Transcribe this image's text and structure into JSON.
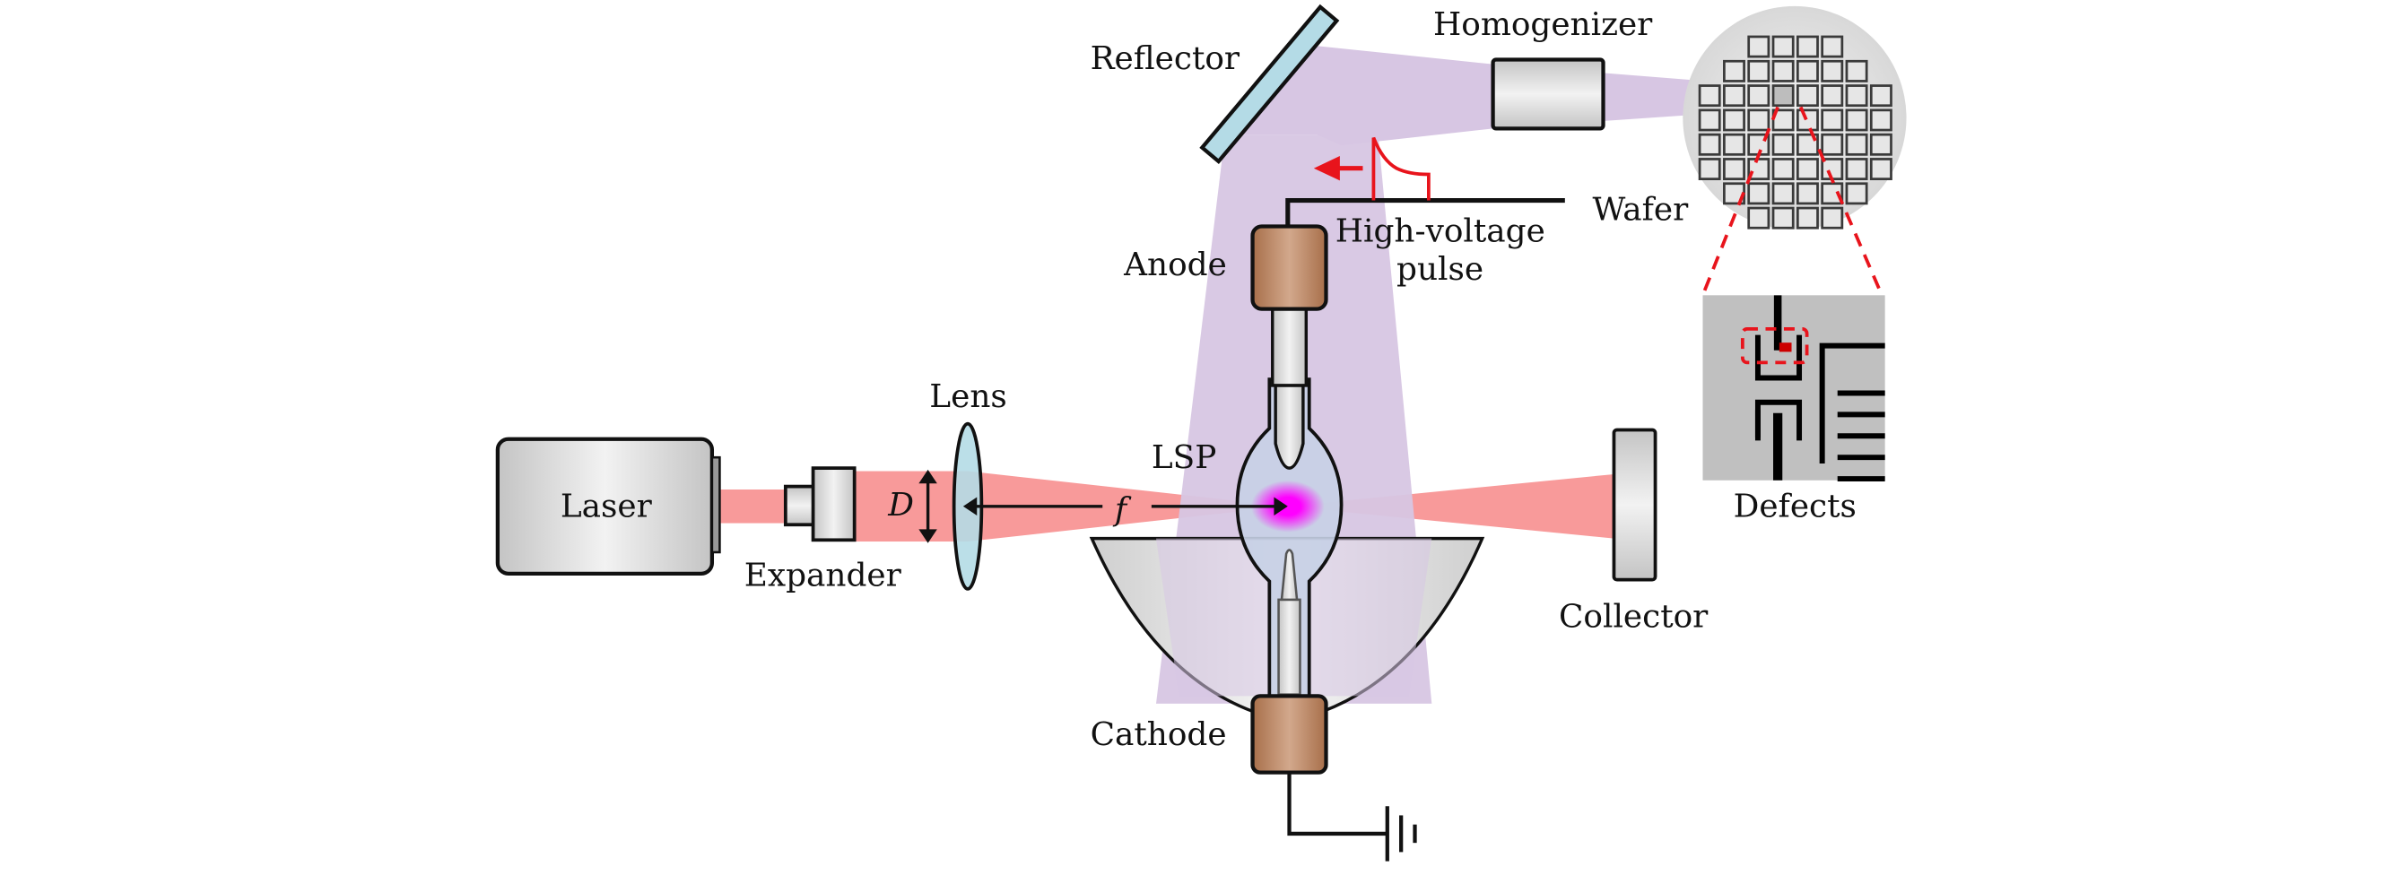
{
  "diagram": {
    "title": "LSP light source wafer inspection setup",
    "labels": {
      "reflector": "Reflector",
      "homogenizer": "Homogenizer",
      "wafer": "Wafer",
      "anode": "Anode",
      "high_voltage_line1": "High-voltage",
      "high_voltage_line2": "pulse",
      "lens": "Lens",
      "lsp": "LSP",
      "laser": "Laser",
      "expander": "Expander",
      "beam_diameter": "D",
      "focal_length": "f",
      "collector": "Collector",
      "defects": "Defects",
      "cathode": "Cathode"
    },
    "colors": {
      "laser_beam": "#f89a9a",
      "euv_beam": "#d7c6e3",
      "plasma": "#ff00ff",
      "electrode": "#a86f4a",
      "reflector": "#b4dbe6",
      "pulse": "#e8141c",
      "defect_marker": "#cc0000"
    }
  }
}
